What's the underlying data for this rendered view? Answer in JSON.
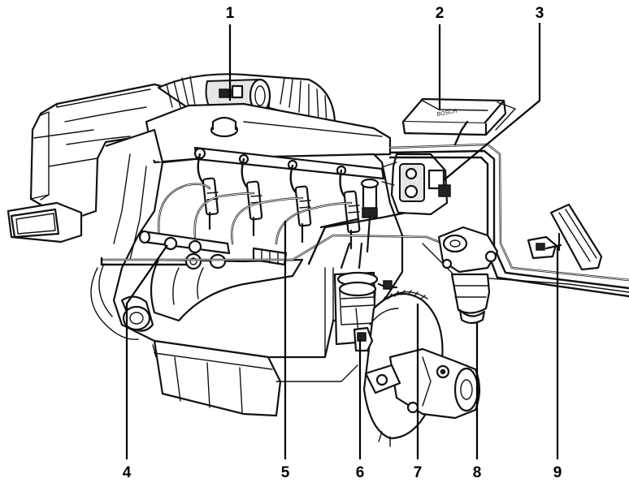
{
  "callouts": [
    {
      "id": "1",
      "label": "1"
    },
    {
      "id": "2",
      "label": "2"
    },
    {
      "id": "3",
      "label": "3"
    },
    {
      "id": "4",
      "label": "4"
    },
    {
      "id": "5",
      "label": "5"
    },
    {
      "id": "6",
      "label": "6"
    },
    {
      "id": "7",
      "label": "7"
    },
    {
      "id": "8",
      "label": "8"
    },
    {
      "id": "9",
      "label": "9"
    }
  ],
  "ecu_badge": "BOSCH"
}
